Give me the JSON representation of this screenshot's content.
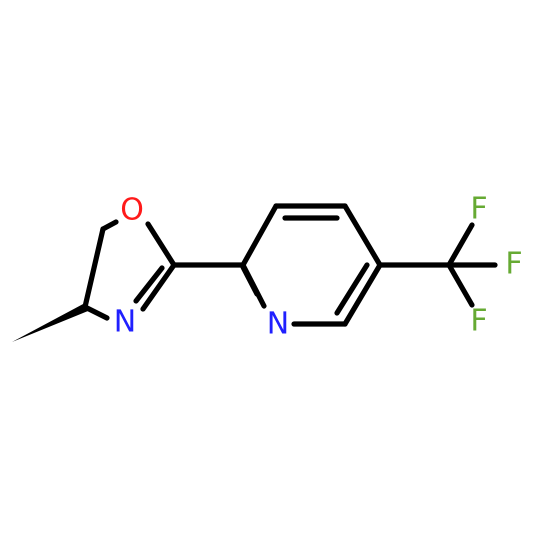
{
  "molecule": {
    "atoms": {
      "oxygen": {
        "symbol": "O",
        "color": "#ff1a1a"
      },
      "oxazoline_nitrogen": {
        "symbol": "N",
        "color": "#2020ff"
      },
      "pyridine_nitrogen": {
        "symbol": "N",
        "color": "#2020ff"
      },
      "fluorine_top": {
        "symbol": "F",
        "color": "#66aa33"
      },
      "fluorine_middle": {
        "symbol": "F",
        "color": "#66aa33"
      },
      "fluorine_bottom": {
        "symbol": "F",
        "color": "#66aa33"
      }
    },
    "bond_color": "#000000"
  }
}
